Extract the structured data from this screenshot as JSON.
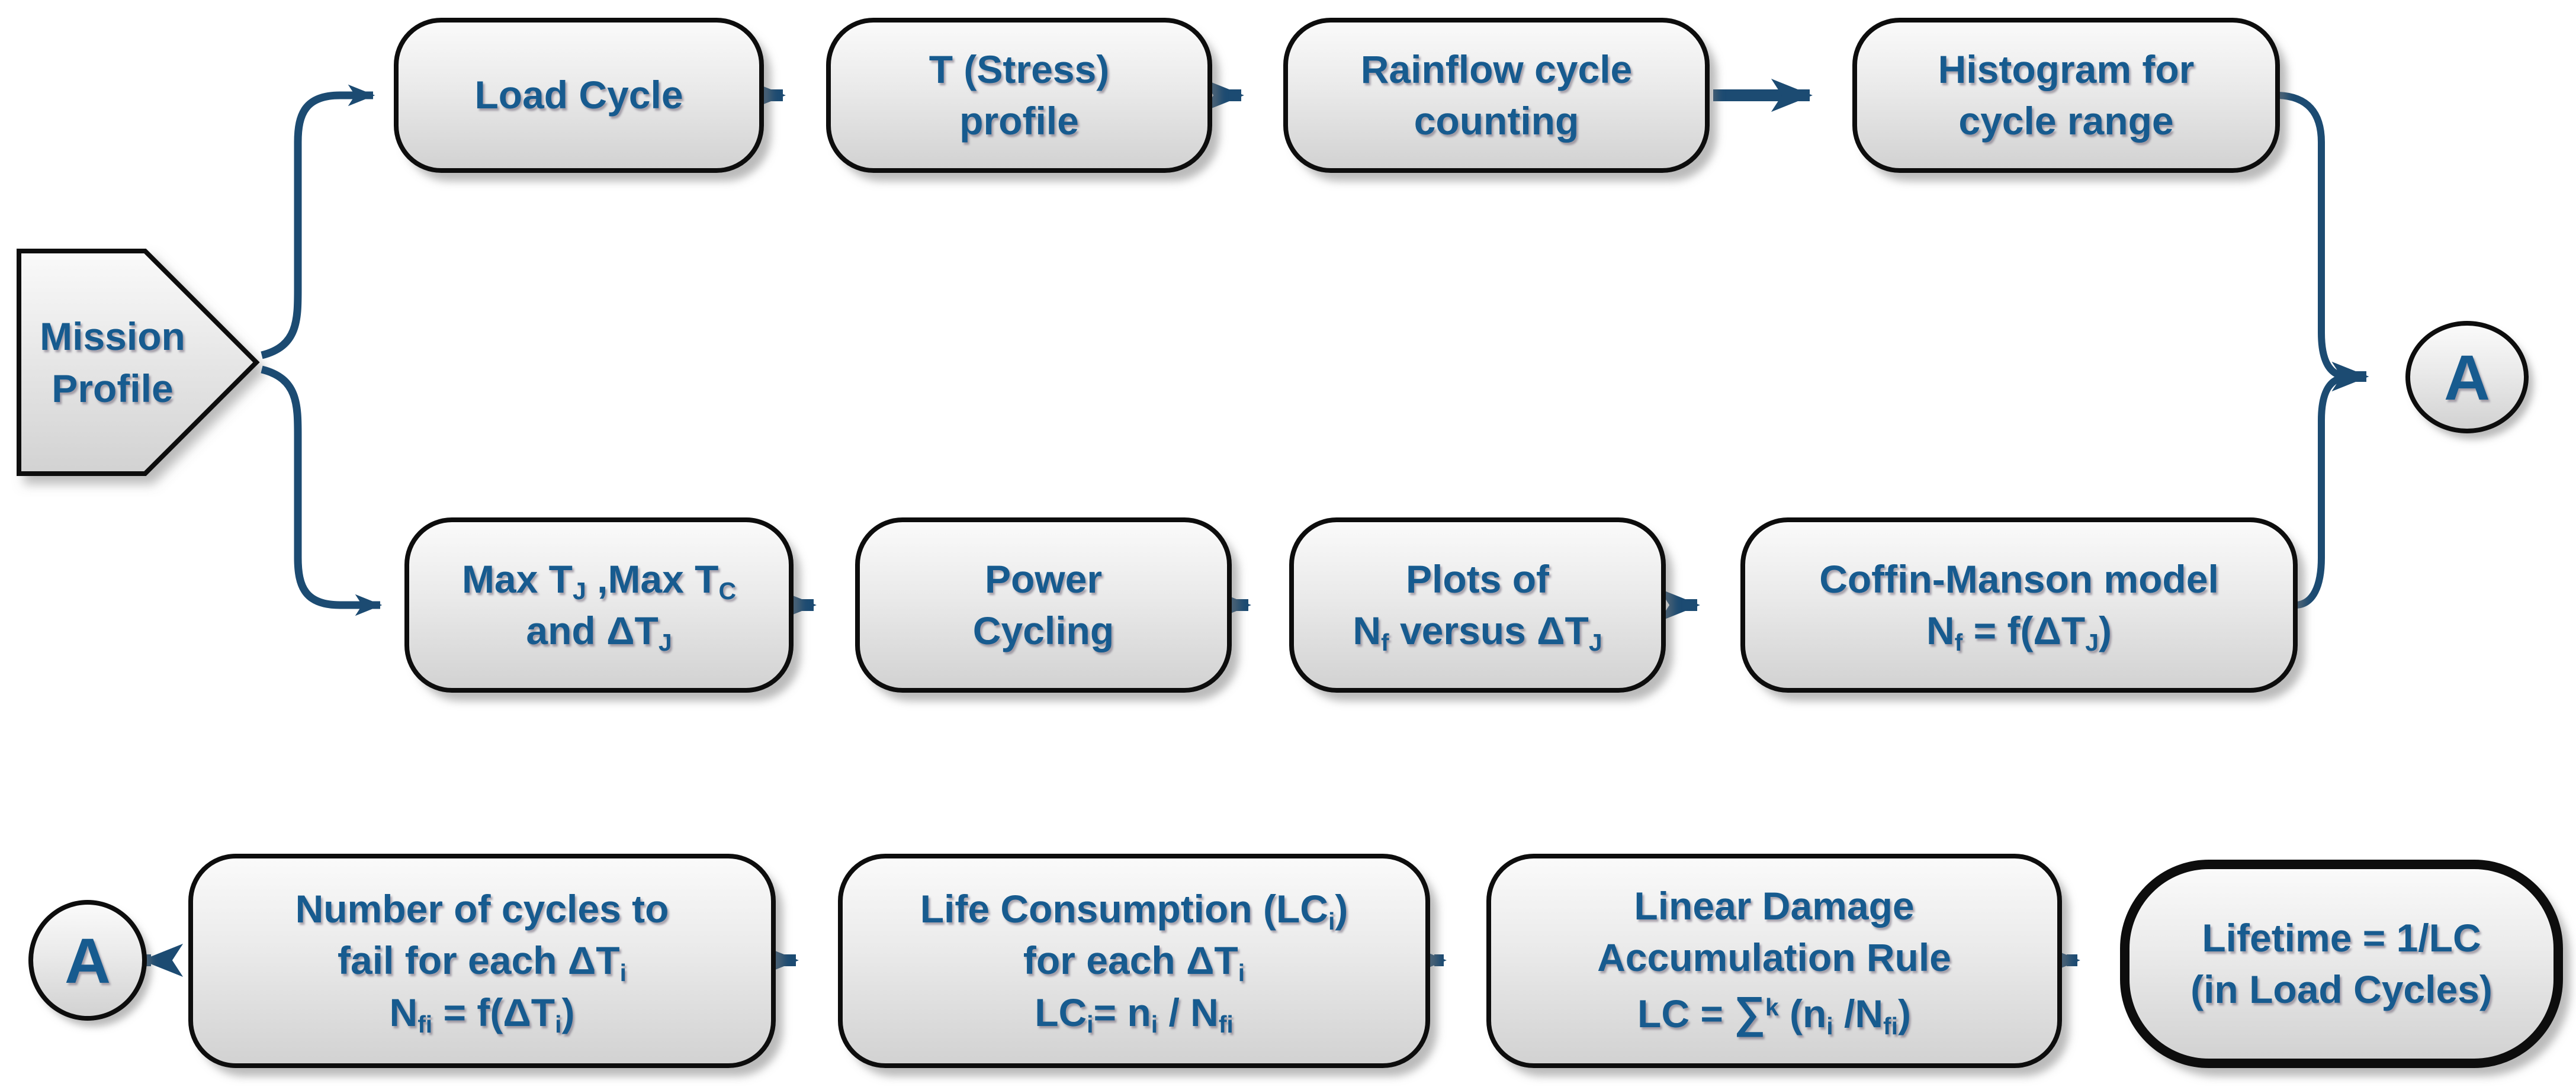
{
  "colors": {
    "ink": "#0D0D0D",
    "text_blue": "#175B8F",
    "wire": "#1C4B72",
    "fill_top": "#FAFAFA",
    "fill_mid": "#EAEAEA",
    "fill_bottom": "#D2D2D2"
  },
  "nodes": {
    "mission_profile": {
      "lines": [
        [
          {
            "t": "Mission"
          }
        ],
        [
          {
            "t": "Profile"
          }
        ]
      ]
    },
    "load_cycle": {
      "lines": [
        [
          {
            "t": "Load Cycle"
          }
        ]
      ]
    },
    "t_stress_profile": {
      "lines": [
        [
          {
            "t": "T (Stress)"
          }
        ],
        [
          {
            "t": "profile"
          }
        ]
      ]
    },
    "rainflow_counting": {
      "lines": [
        [
          {
            "t": "Rainflow cycle"
          }
        ],
        [
          {
            "t": "counting"
          }
        ]
      ]
    },
    "histogram_cycle_range": {
      "lines": [
        [
          {
            "t": "Histogram for"
          }
        ],
        [
          {
            "t": "cycle range"
          }
        ]
      ]
    },
    "max_temperatures": {
      "lines": [
        [
          {
            "t": "Max T"
          },
          {
            "t": "J",
            "sub": true
          },
          {
            "t": " ,Max T"
          },
          {
            "t": "C",
            "sub": true
          }
        ],
        [
          {
            "t": "and ΔT"
          },
          {
            "t": "J",
            "sub": true
          }
        ]
      ]
    },
    "power_cycling": {
      "lines": [
        [
          {
            "t": "Power"
          }
        ],
        [
          {
            "t": "Cycling"
          }
        ]
      ]
    },
    "plots_nf_vs_dtj": {
      "lines": [
        [
          {
            "t": "Plots of"
          }
        ],
        [
          {
            "t": "N"
          },
          {
            "t": "f",
            "sub": true
          },
          {
            "t": " versus ΔT"
          },
          {
            "t": "J",
            "sub": true
          }
        ]
      ]
    },
    "coffin_manson_model": {
      "lines": [
        [
          {
            "t": "Coffin-Manson model"
          }
        ],
        [
          {
            "t": "N"
          },
          {
            "t": "f",
            "sub": true
          },
          {
            "t": " = f(ΔT"
          },
          {
            "t": "J",
            "sub": true
          },
          {
            "t": ")"
          }
        ]
      ]
    },
    "cycles_to_fail": {
      "lines": [
        [
          {
            "t": "Number of cycles to"
          }
        ],
        [
          {
            "t": "fail for each ΔT"
          },
          {
            "t": "i",
            "sub": true
          }
        ],
        [
          {
            "t": "N"
          },
          {
            "t": "fi",
            "sub": true
          },
          {
            "t": " = f(ΔT"
          },
          {
            "t": "i",
            "sub": true
          },
          {
            "t": ")"
          }
        ]
      ]
    },
    "life_consumption": {
      "lines": [
        [
          {
            "t": "Life Consumption (LC"
          },
          {
            "t": "i",
            "sub": true
          },
          {
            "t": ")"
          }
        ],
        [
          {
            "t": "for each ΔT"
          },
          {
            "t": "i",
            "sub": true
          }
        ],
        [
          {
            "t": "LC"
          },
          {
            "t": "i",
            "sub": true
          },
          {
            "t": "= n"
          },
          {
            "t": "i",
            "sub": true
          },
          {
            "t": " / N"
          },
          {
            "t": "fi",
            "sub": true
          }
        ]
      ]
    },
    "linear_damage_rule": {
      "lines": [
        [
          {
            "t": "Linear Damage"
          }
        ],
        [
          {
            "t": "Accumulation Rule"
          }
        ],
        [
          {
            "t": "LC = "
          },
          {
            "t": "∑",
            "cls": "sum"
          },
          {
            "t": "k",
            "sup": true
          },
          {
            "t": " (n"
          },
          {
            "t": "i",
            "sub": true
          },
          {
            "t": " /N"
          },
          {
            "t": "fi",
            "sub": true
          },
          {
            "t": ")"
          }
        ]
      ]
    },
    "lifetime_result": {
      "lines": [
        [
          {
            "t": "Lifetime = 1/LC"
          }
        ],
        [
          {
            "t": "(in Load Cycles)"
          }
        ]
      ]
    },
    "connector_a_right": {
      "label": "A"
    },
    "connector_a_left": {
      "label": "A"
    }
  }
}
